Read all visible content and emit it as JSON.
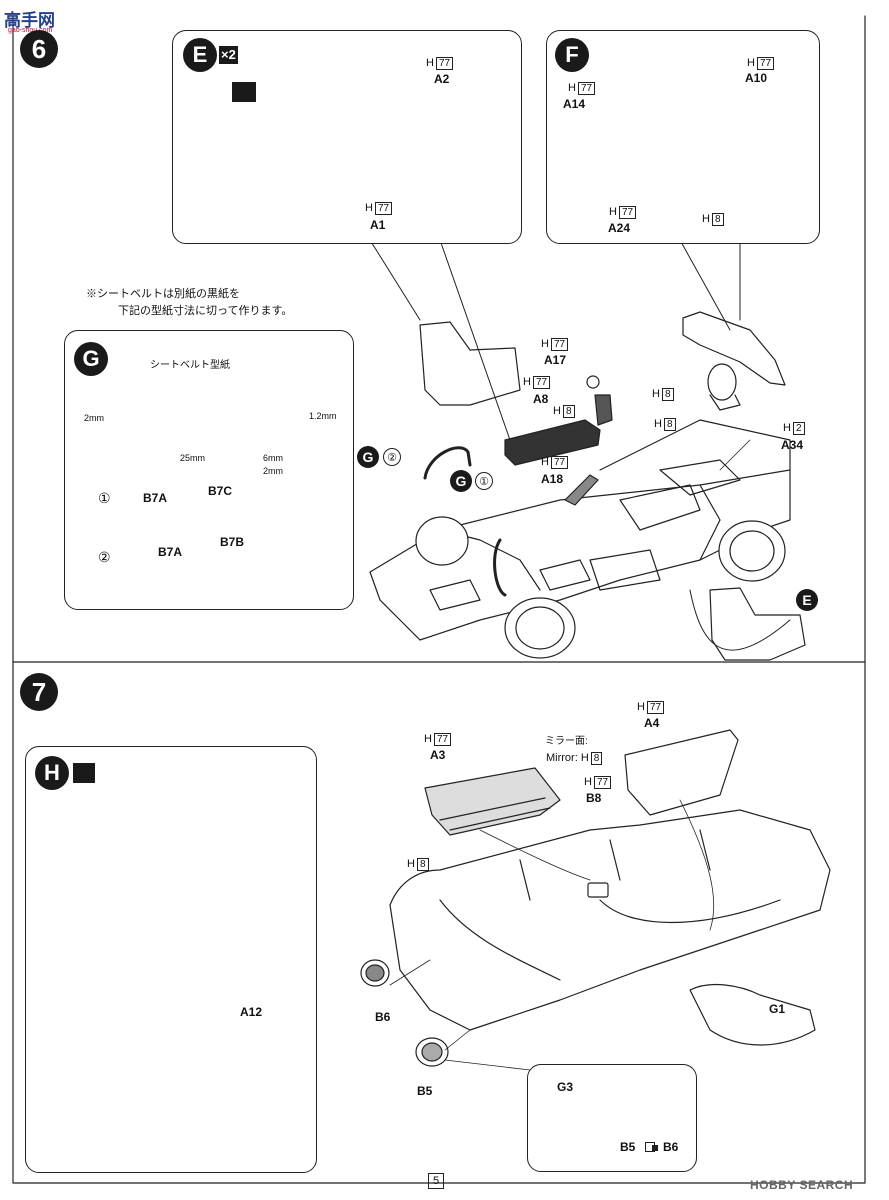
{
  "watermark": {
    "text": "高手网",
    "sub": "gao-shou.com"
  },
  "steps": {
    "step6": "6",
    "step7": "7"
  },
  "panel_e": {
    "badge": "E",
    "multiplier": "×2",
    "a2": {
      "h": "H",
      "code": "77",
      "part": "A2"
    },
    "a1": {
      "h": "H",
      "code": "77",
      "part": "A1"
    }
  },
  "panel_f": {
    "badge": "F",
    "a10": {
      "h": "H",
      "code": "77",
      "part": "A10"
    },
    "a14": {
      "h": "H",
      "code": "77",
      "part": "A14"
    },
    "a24": {
      "h": "H",
      "code": "77",
      "part": "A24"
    },
    "h8": {
      "h": "H",
      "code": "8"
    }
  },
  "seatbelt_note": {
    "line1": "※シートベルトは別紙の黒紙を",
    "line2": "下記の型紙寸法に切って作ります。"
  },
  "panel_g": {
    "badge": "G",
    "template_title": "シートベルト型紙",
    "dim_2mm_left": "2mm",
    "dim_12mm": "1.2mm",
    "dim_25mm": "25mm",
    "dim_6mm": "6mm",
    "dim_2mm_bottom": "2mm",
    "row1": {
      "num": "①",
      "b7a": "B7A",
      "b7c": "B7C"
    },
    "row2": {
      "num": "②",
      "b7a": "B7A",
      "b7b": "B7B"
    }
  },
  "step6_labels": {
    "a17": {
      "h": "H",
      "code": "77",
      "part": "A17"
    },
    "h8_a17": {
      "h": "H",
      "code": "8"
    },
    "a8": {
      "h": "H",
      "code": "77",
      "part": "A8"
    },
    "h8_a8": {
      "h": "H",
      "code": "8"
    },
    "h8_mid": {
      "h": "H",
      "code": "8"
    },
    "a18": {
      "h": "H",
      "code": "77",
      "part": "A18"
    },
    "a34": {
      "h": "H",
      "code": "2",
      "part": "A34"
    },
    "g2": {
      "badge": "G",
      "num": "②"
    },
    "g1": {
      "badge": "G",
      "num": "①"
    },
    "e_ref": "E"
  },
  "panel_h": {
    "badge": "H",
    "a12": "A12"
  },
  "step7_labels": {
    "a3": {
      "h": "H",
      "code": "77",
      "part": "A3"
    },
    "h8_a3": {
      "h": "H",
      "code": "8"
    },
    "mirror_jp": "ミラー面:",
    "mirror_en": "Mirror: H",
    "mirror_code": "8",
    "b8": {
      "h": "H",
      "code": "77",
      "part": "B8"
    },
    "a4": {
      "h": "H",
      "code": "77",
      "part": "A4"
    },
    "b6": "B6",
    "b5": "B5",
    "g1": "G1",
    "g3": "G3",
    "b5b6_a": "B5",
    "b5b6_b": "B6"
  },
  "page_number": "5",
  "source_logo": "HOBBY SEARCH"
}
